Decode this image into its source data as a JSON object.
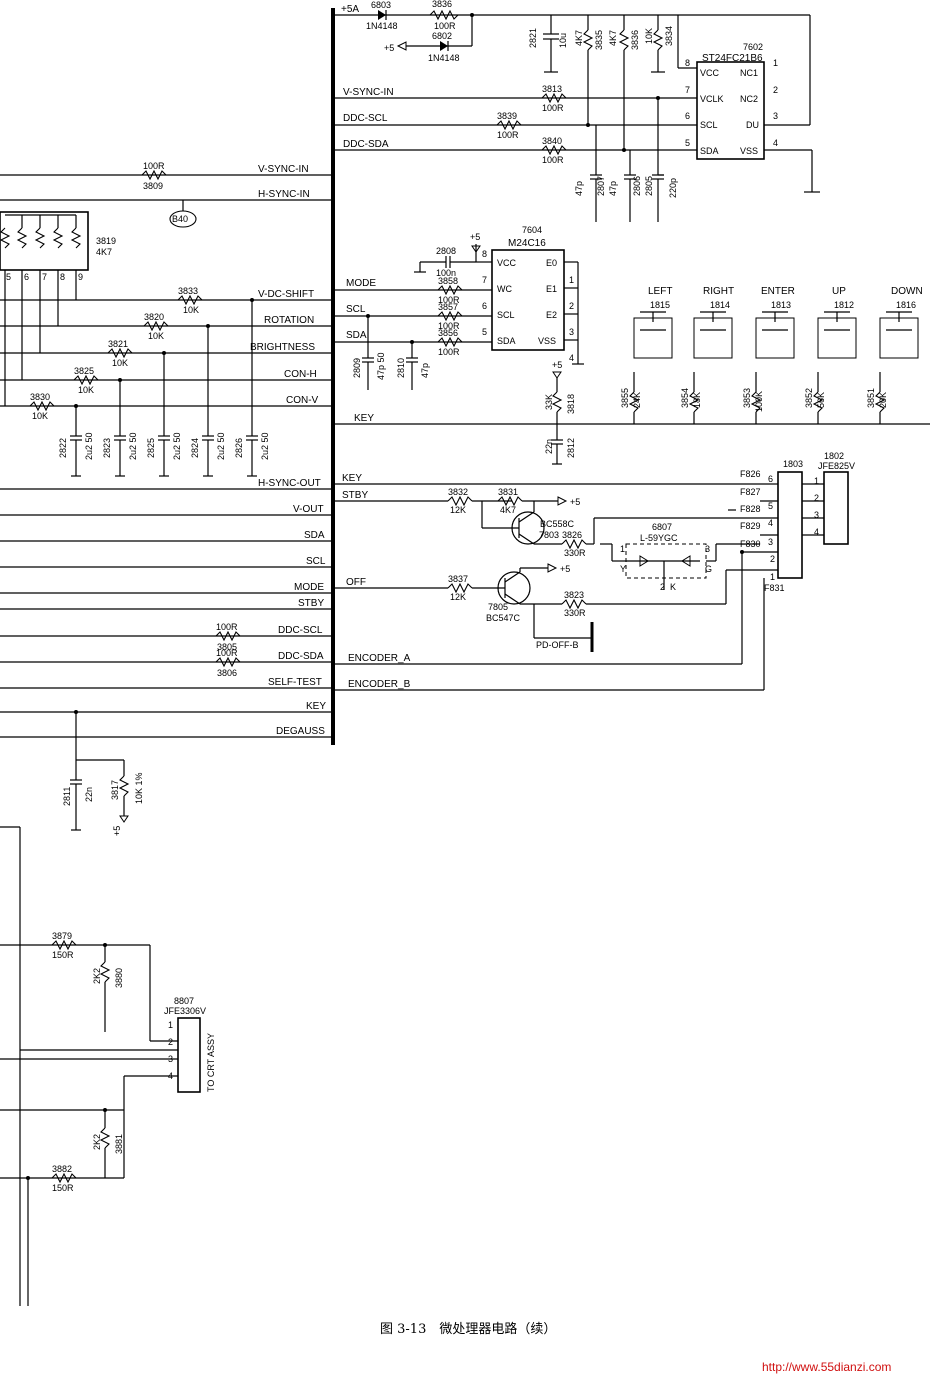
{
  "caption": "图 3-13　微处理器电路（续）",
  "watermark": "http://www.55dianzi.com",
  "power": {
    "p5a": "+5A",
    "p5": "+5"
  },
  "left_signals": [
    "V-SYNC-IN",
    "H-SYNC-IN",
    "V-DC-SHIFT",
    "ROTATION",
    "BRIGHTNESS",
    "CON-H",
    "CON-V",
    "H-SYNC-OUT",
    "V-OUT",
    "SDA",
    "SCL",
    "MODE",
    "STBY",
    "DDC-SCL",
    "DDC-SDA",
    "SELF-TEST",
    "KEY",
    "DEGAUSS"
  ],
  "right_signals": [
    "V-SYNC-IN",
    "DDC-SCL",
    "DDC-SDA",
    "MODE",
    "SCL",
    "SDA",
    "KEY",
    "KEY",
    "STBY",
    "OFF",
    "ENCODER_A",
    "ENCODER_B"
  ],
  "ic7602": {
    "ref": "7602",
    "part": "ST24FC21B6",
    "pins_left": [
      "VCC",
      "VCLK",
      "SCL",
      "SDA"
    ],
    "pins_right": [
      "NC1",
      "NC2",
      "DU",
      "VSS"
    ],
    "nums_left": [
      "8",
      "7",
      "6",
      "5"
    ],
    "nums_right": [
      "1",
      "2",
      "3",
      "4"
    ]
  },
  "ic7604": {
    "ref": "7604",
    "part": "M24C16",
    "pins_left": [
      "VCC",
      "WC",
      "SCL",
      "SDA"
    ],
    "pins_right": [
      "E0",
      "E1",
      "E2",
      "VSS"
    ],
    "nums_left": [
      "8",
      "7",
      "6",
      "5"
    ],
    "nums_right": [
      "1",
      "2",
      "3",
      "4"
    ]
  },
  "diodes": {
    "d6803": "6803",
    "d6803_part": "1N4148",
    "d6802": "6802",
    "d6802_part": "1N4148"
  },
  "resistors": {
    "r3836": "3836",
    "r3836_v": "100R",
    "r3835": "3835",
    "r3835_v": "4K7",
    "r3836b": "3836",
    "r3836b_v": "4K7",
    "r3834": "3834",
    "r3834_v": "10K",
    "r3813": "3813",
    "r3813_v": "100R",
    "r3839": "3839",
    "r3839_v": "100R",
    "r3840": "3840",
    "r3840_v": "100R",
    "r3809": "3809",
    "r3809_v": "100R",
    "r3819": "3819",
    "r3819_v": "4K7",
    "r3833": "3833",
    "r3833_v": "10K",
    "r3820": "3820",
    "r3820_v": "10K",
    "r3821": "3821",
    "r3821_v": "10K",
    "r3825": "3825",
    "r3825_v": "10K",
    "r3830": "3830",
    "r3830_v": "10K",
    "r3858": "3858",
    "r3858_v": "100R",
    "r3857": "3857",
    "r3857_v": "100R",
    "r3856": "3856",
    "r3856_v": "100R",
    "r3818": "3818",
    "r3818_v": "33K",
    "r3855": "3855",
    "r3855_v": "24K",
    "r3854": "3854",
    "r3854_v": "18K",
    "r3853": "3853",
    "r3853_v": "100K",
    "r3852": "3852",
    "r3852_v": "56K",
    "r3851": "3851",
    "r3851_v": "20K",
    "r3832": "3832",
    "r3832_v": "12K",
    "r3831": "3831",
    "r3831_v": "4K7",
    "r3826": "3826",
    "r3826_v": "330R",
    "r3837": "3837",
    "r3837_v": "12K",
    "r3823": "3823",
    "r3823_v": "330R",
    "r3805": "3805",
    "r3805_v": "100R",
    "r3806": "3806",
    "r3806_v": "100R",
    "r3817": "3817",
    "r3817_v": "10K 1%",
    "r3879": "3879",
    "r3879_v": "150R",
    "r3880": "3880",
    "r3880_v": "2K2",
    "r3881": "3881",
    "r3881_v": "2K2",
    "r3882": "3882",
    "r3882_v": "150R"
  },
  "caps": {
    "c2821": "2821",
    "c2821_v": "10u",
    "c2807": "2807",
    "c2807_v": "47p",
    "c2806": "2806",
    "c2806_v": "47p",
    "c2805": "2805",
    "c2805_v": "220p",
    "c2808": "2808",
    "c2808_v": "100n",
    "c2809": "2809",
    "c2809_v": "47p 50",
    "c2810": "2810",
    "c2810_v": "47p",
    "c2812": "2812",
    "c2812_v": "22n",
    "c2822": "2822",
    "c2822_v": "2u2 50",
    "c2823": "2823",
    "c2823_v": "2u2 50",
    "c2825": "2825",
    "c2825_v": "2u2 50",
    "c2824": "2824",
    "c2824_v": "2u2 50",
    "c2826": "2826",
    "c2826_v": "2u2 50",
    "c2811": "2811",
    "c2811_v": "22n"
  },
  "switches": [
    {
      "name": "LEFT",
      "ref": "1815"
    },
    {
      "name": "RIGHT",
      "ref": "1814"
    },
    {
      "name": "ENTER",
      "ref": "1813"
    },
    {
      "name": "UP",
      "ref": "1812"
    },
    {
      "name": "DOWN",
      "ref": "1816"
    }
  ],
  "transistors": {
    "t7803": "7803",
    "t7803_part": "BC558C",
    "t7805": "7805",
    "t7805_part": "BC547C"
  },
  "led": {
    "ref": "6807",
    "part": "L-59YGC",
    "pins": [
      "Y",
      "K",
      "G"
    ],
    "nums": [
      "1",
      "2",
      "3"
    ]
  },
  "connectors": {
    "c1803": "1803",
    "c1802": "1802",
    "c1802_part": "JFE825V",
    "pins_1803": [
      "6",
      "5",
      "4",
      "3",
      "2",
      "1"
    ],
    "pins_1802": [
      "1",
      "2",
      "3",
      "4"
    ],
    "fuses": [
      "F826",
      "F827",
      "F828",
      "F829",
      "F830",
      "F831"
    ],
    "c8807": "8807",
    "c8807_part": "JFE3306V",
    "c8807_pins": [
      "1",
      "2",
      "3",
      "4"
    ],
    "crt": "TO CRT ASSY"
  },
  "resnet": {
    "pins": [
      "5",
      "6",
      "7",
      "8",
      "9"
    ]
  },
  "misc": {
    "b40": "B40",
    "pd_off": "PD-OFF-B"
  }
}
